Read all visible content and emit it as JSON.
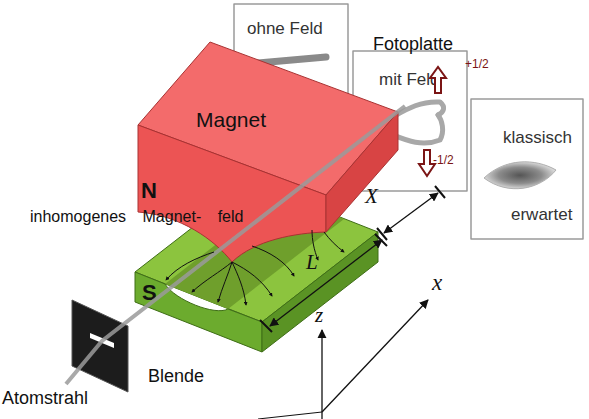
{
  "diagram": {
    "nodes": [
      {
        "text": [
          "ohne Feld"
        ]
      },
      {
        "text": [
          "mit Feld"
        ]
      },
      {
        "text": [
          "klassisch",
          "erwartet"
        ]
      },
      {
        "text": [
          "Magnet",
          "N"
        ]
      },
      {
        "text": [
          "S"
        ]
      },
      {
        "text": [
          "Blende"
        ]
      }
    ],
    "labels": [
      "Fotoplatte",
      "+1/2",
      "-1/2",
      "inhomogenes Magnet- feld",
      "X",
      "L",
      "x",
      "z",
      "Atomstrahl"
    ]
  }
}
